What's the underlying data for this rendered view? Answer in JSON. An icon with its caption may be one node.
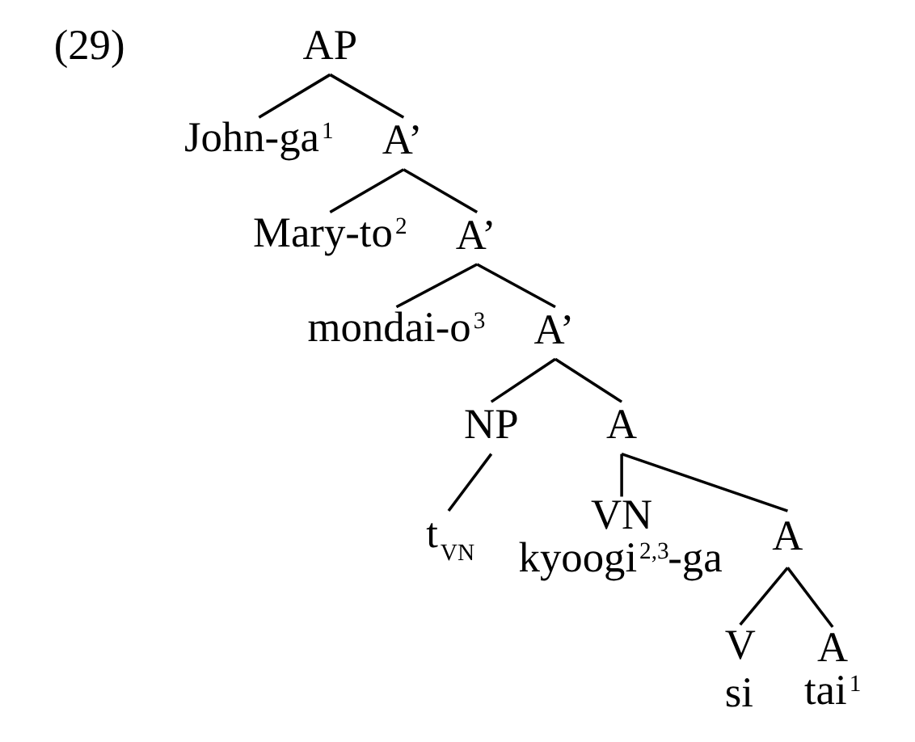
{
  "diagram": {
    "nodes": [
      {
        "text": [
          "AP"
        ]
      },
      {
        "text": [
          "John-ga$^{1}$"
        ]
      },
      {
        "text": [
          "A’"
        ]
      },
      {
        "text": [
          "Mary-to$^{2}$"
        ]
      },
      {
        "text": [
          "A’"
        ]
      },
      {
        "text": [
          "mondai-o$^{3}$"
        ]
      },
      {
        "text": [
          "A’"
        ]
      },
      {
        "text": [
          "NP"
        ]
      },
      {
        "text": [
          "A"
        ]
      },
      {
        "text": [
          "t$_{VN}$"
        ]
      },
      {
        "text": [
          "VN",
          "kyoogi$^{2,3}$-ga"
        ]
      },
      {
        "text": [
          "A"
        ]
      },
      {
        "text": [
          "V",
          "si"
        ]
      },
      {
        "text": [
          "A",
          "tai$^{1}$"
        ]
      }
    ],
    "edges": [
      {
        "from": 0,
        "to": 1,
        "arrow": "none"
      },
      {
        "from": 0,
        "to": 2,
        "arrow": "none"
      },
      {
        "from": 2,
        "to": 3,
        "arrow": "none"
      },
      {
        "from": 2,
        "to": 4,
        "arrow": "none"
      },
      {
        "from": 4,
        "to": 5,
        "arrow": "none"
      },
      {
        "from": 4,
        "to": 6,
        "arrow": "none"
      },
      {
        "from": 6,
        "to": 7,
        "arrow": "none"
      },
      {
        "from": 6,
        "to": 8,
        "arrow": "none"
      },
      {
        "from": 7,
        "to": 9,
        "arrow": "none"
      },
      {
        "from": 8,
        "to": 10,
        "arrow": "none"
      },
      {
        "from": 8,
        "to": 11,
        "arrow": "none"
      },
      {
        "from": 11,
        "to": 12,
        "arrow": "none"
      },
      {
        "from": 11,
        "to": 13,
        "arrow": "none"
      }
    ],
    "labels": [
      "(29)"
    ]
  }
}
